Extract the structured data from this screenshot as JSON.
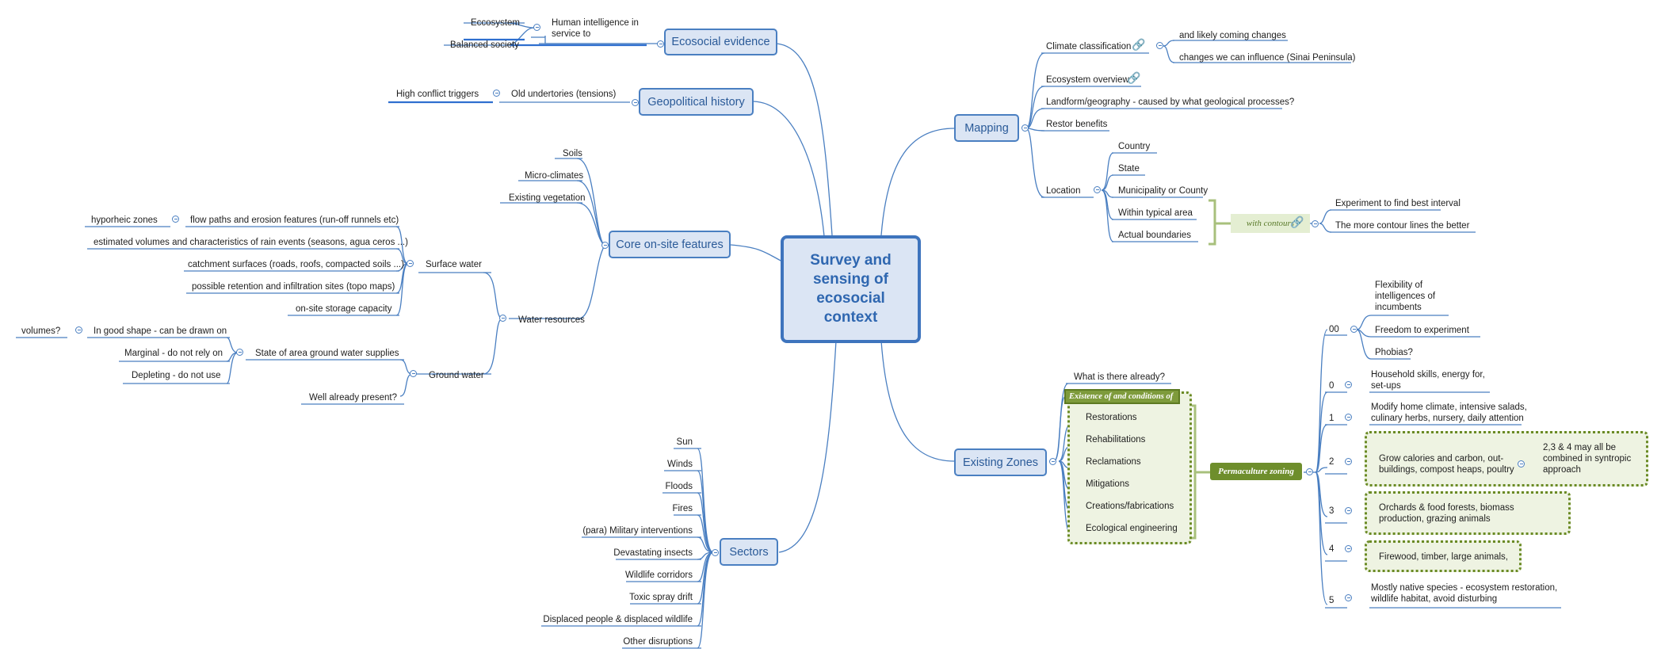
{
  "central": {
    "line1": "Survey and",
    "line2": "sensing of",
    "line3": "ecosocial",
    "line4": "context"
  },
  "topics": {
    "ecosocial_evidence": "Ecosocial  evidence",
    "geopolitical_history": "Geopolitical history",
    "core_onsite": "Core on-site features",
    "sectors": "Sectors",
    "mapping": "Mapping",
    "existing_zones": "Existing Zones"
  },
  "ecosocial": {
    "human_intel": "Human intelligence in service to",
    "eccosystem": "Eccosystem",
    "balanced": "Balanced society"
  },
  "geopolitical": {
    "old_undertories": "Old undertories (tensions)",
    "high_conflict": "High conflict triggers"
  },
  "core": {
    "soils": "Soils",
    "micro_climates": "Micro-climates",
    "existing_vegetation": "Existing vegetation",
    "water_resources": "Water resources",
    "surface_water": "Surface water",
    "flow_paths": "flow paths and erosion features (run-off runnels etc)",
    "hyporheic": "hyporheic zones",
    "estimated_volumes": "estimated volumes and characteristics of rain events (seasons, agua ceros ...)",
    "catchment": "catchment surfaces (roads, roofs, compacted soils ...)",
    "retention": "possible retention and infiltration sites (topo maps)",
    "storage": "on-site storage capacity",
    "ground_water": "Ground water",
    "state_of_area": "State of area ground water supplies",
    "good_shape": "In good shape - can be drawn on",
    "volumes": "volumes?",
    "marginal": "Marginal - do not rely on",
    "depleting": "Depleting - do not use",
    "well": "Well already present?"
  },
  "sectors": [
    "Sun",
    "Winds",
    "Floods",
    "Fires",
    "(para) Military interventions",
    "Devastating insects",
    "Wildlife corridors",
    "Toxic spray drift",
    "Displaced people & displaced wildlife",
    "Other disruptions"
  ],
  "mapping": {
    "climate": "Climate classification",
    "likely_coming": "and likely coming changes",
    "changes_influence": "changes we can influence (Sinai Peninsula)",
    "ecosystem_overview": "Ecosystem overview",
    "landform": "Landform/geography - caused by what geological processes?",
    "restor": "Restor benefits",
    "location": "Location",
    "country": "Country",
    "state": "State",
    "municipality": "Municipality or County",
    "within": "Within typical area",
    "actual": "Actual boundaries",
    "with_contours": "with contours",
    "experiment_interval": "Experiment to find best interval",
    "more_contour": "The more contour lines the better"
  },
  "existing": {
    "what_is_there": "What is there already?",
    "existence_of": "Existence of and conditions of",
    "items": [
      "Restorations",
      "Rehabilitations",
      "Reclamations",
      "Mitigations",
      "Creations/fabrications",
      "Ecological engineering"
    ],
    "permaculture": "Permaculture zoning"
  },
  "zones": {
    "z00": "00",
    "flexibility": "Flexibility of intelligences of incumbents",
    "freedom": "Freedom to experiment",
    "phobias": "Phobias?",
    "z0": "0",
    "household": "Household skills, energy for, set-ups",
    "z1": "1",
    "modify": "Modify home climate, intensive salads, culinary herbs, nursery, daily attention",
    "z2": "2",
    "grow": "Grow calories and carbon, out-buildings, compost heaps, poultry",
    "syntropic": "2,3 & 4 may all be combined in syntropic approach",
    "z3": "3",
    "orchards": "Orchards & food forests, biomass production, grazing animals",
    "z4": "4",
    "firewood": "Firewood, timber, large animals,",
    "z5": "5",
    "native": "Mostly native species - ecosystem restoration, wildlife habitat, avoid disturbing"
  },
  "icons": {
    "collapse": "collapse-icon",
    "hyperlink": "link-icon"
  },
  "colors": {
    "line": "#4a7fc1",
    "topic_fill": "#dbe5f4",
    "green": "#6e8e2c"
  }
}
